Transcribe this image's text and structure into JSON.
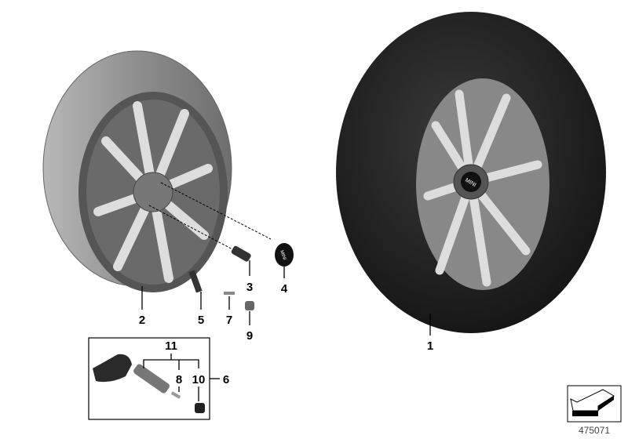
{
  "diagram": {
    "labels": {
      "tire_wheel": "1",
      "rim": "2",
      "bolt": "3",
      "hub_cap": "4",
      "valve": "5",
      "valve_core": "7",
      "valve_cap": "9",
      "sensor_set": "11",
      "sensor_core": "8",
      "sensor_cap": "10",
      "tpms_kit": "6"
    },
    "hub_cap_logo": "MINI",
    "reference_number": "475071",
    "colors": {
      "tire": "#1c1c1c",
      "rim": "#8a8a8a",
      "spoke_face": "#d8d8d8",
      "line": "#000000"
    }
  }
}
